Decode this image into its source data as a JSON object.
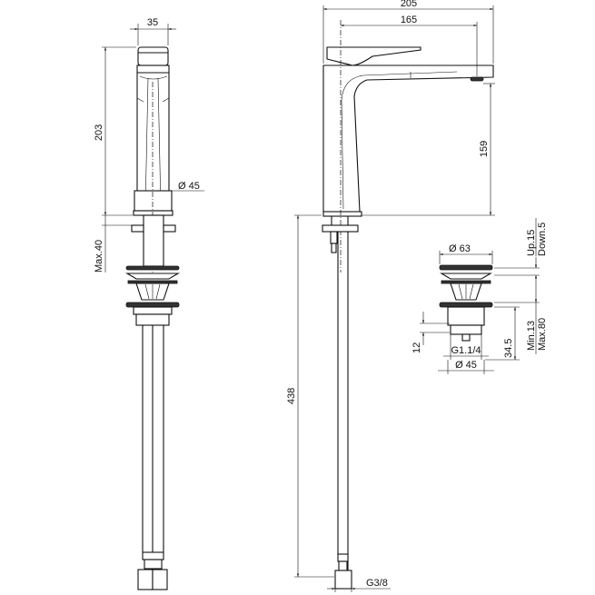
{
  "drawing": {
    "side_view": {
      "width_label": "35",
      "height_label": "203",
      "base_diameter_label": "Ø 45",
      "deck_thickness_label": "Max.40"
    },
    "front_view": {
      "overall_length_label": "205",
      "spout_reach_label": "165",
      "spout_height_label": "159",
      "hose_length_label": "438",
      "hose_thread_label": "G3/8"
    },
    "waste_detail": {
      "plug_diameter_label": "Ø 63",
      "travel_up_label": "Up.15",
      "travel_down_label": "Down.5",
      "deck_range_min_label": "Min.13",
      "deck_range_max_label": "Max.80",
      "body_height_label": "34.5",
      "thread_length_label": "12",
      "thread_label": "G1.1/4",
      "body_diameter_label": "Ø 45"
    }
  }
}
